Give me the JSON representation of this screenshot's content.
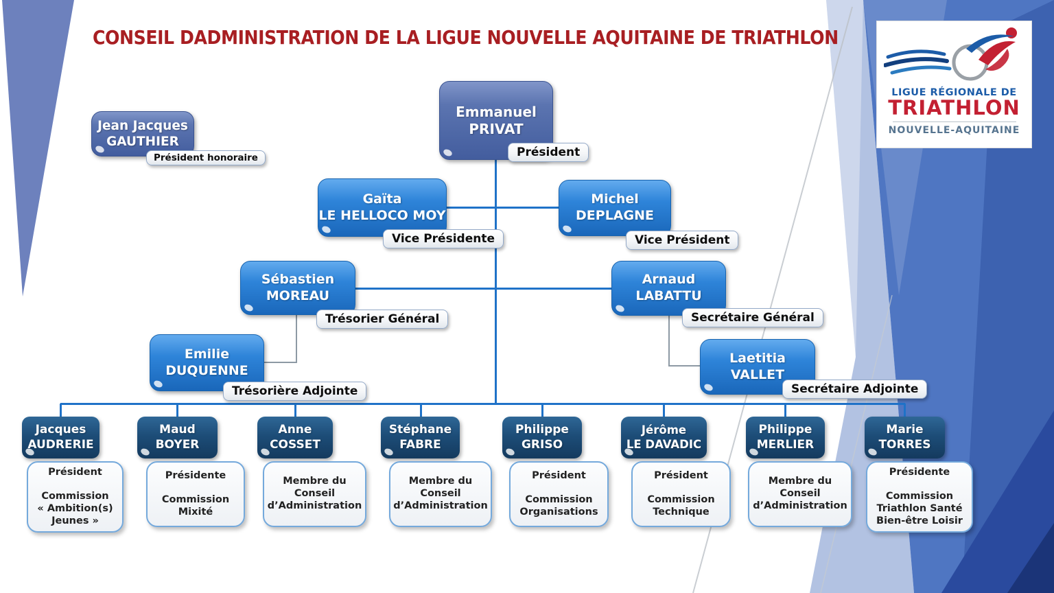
{
  "title": "CONSEIL DADMINISTRATION DE LA LIGUE NOUVELLE AQUITAINE DE TRIATHLON",
  "logo": {
    "line1": "LIGUE RÉGIONALE DE",
    "line2": "TRIATHLON",
    "line3": "NOUVELLE-AQUITAINE"
  },
  "colors": {
    "title_red": "#a81e22",
    "logo_blue": "#1c5ca8",
    "logo_red": "#c32032",
    "node_slate": "#4c66a6",
    "node_blue": "#2e84d9",
    "node_navy": "#1d4d78",
    "connector_blue": "#1f72c8",
    "connector_gray": "#8d99a4",
    "bg_periwinkle": "#6d81bd",
    "bg_blue": "#4f76c2",
    "bg_pale": "#aebfe0",
    "bg_dark": "#2a4a9e"
  },
  "org": {
    "honorary": {
      "name": "Jean Jacques\nGAUTHIER",
      "role": "Président honoraire"
    },
    "president": {
      "name": "Emmanuel\nPRIVAT",
      "role": "Président"
    },
    "vp1": {
      "name": "Gaïta\nLE HELLOCO MOY",
      "role": "Vice Présidente"
    },
    "vp2": {
      "name": "Michel\nDEPLAGNE",
      "role": "Vice Président"
    },
    "treasurer": {
      "name": "Sébastien\nMOREAU",
      "role": "Trésorier Général"
    },
    "secretary": {
      "name": "Arnaud\nLABATTU",
      "role": "Secrétaire Général"
    },
    "deputy_treasurer": {
      "name": "Emilie\nDUQUENNE",
      "role": "Trésorière Adjointe"
    },
    "deputy_secretary": {
      "name": "Laetitia\nVALLET",
      "role": "Secrétaire Adjointe"
    },
    "members": [
      {
        "name": "Jacques\nAUDRERIE",
        "role": "Président\n\nCommission\n« Ambition(s)\nJeunes »"
      },
      {
        "name": "Maud\nBOYER",
        "role": "Présidente\n\nCommission\nMixité"
      },
      {
        "name": "Anne\nCOSSET",
        "role": "Membre du\nConseil\nd’Administration"
      },
      {
        "name": "Stéphane\nFABRE",
        "role": "Membre du\nConseil\nd’Administration"
      },
      {
        "name": "Philippe\nGRISO",
        "role": "Président\n\nCommission\nOrganisations"
      },
      {
        "name": "Jérôme\nLE DAVADIC",
        "role": "Président\n\nCommission\nTechnique"
      },
      {
        "name": "Philippe\nMERLIER",
        "role": "Membre du\nConseil\nd’Administration"
      },
      {
        "name": "Marie\nTORRES",
        "role": "Présidente\n\nCommission\nTriathlon Santé\nBien-être Loisir"
      }
    ]
  }
}
